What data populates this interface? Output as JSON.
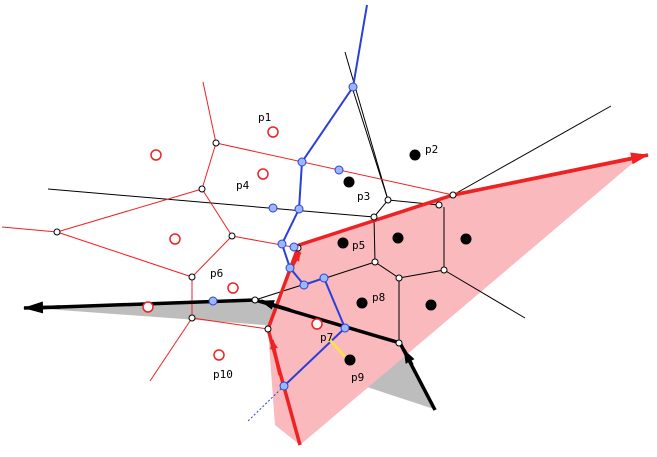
{
  "colors": {
    "red": "#ee2222",
    "blue": "#2a3fd8",
    "pink_region": "#f9b9bd",
    "gray_region": "#bdbdbd",
    "black": "#000000",
    "yellow": "#f5e05a",
    "vertex_fill": "#ffffff",
    "blue_vertex_fill": "#9bb8ff"
  },
  "labels": {
    "p1": "p1",
    "p2": "p2",
    "p3": "p3",
    "p4": "p4",
    "p5": "p5",
    "p6": "p6",
    "p7": "p7",
    "p8": "p8",
    "p9": "p9",
    "p10": "p10"
  }
}
